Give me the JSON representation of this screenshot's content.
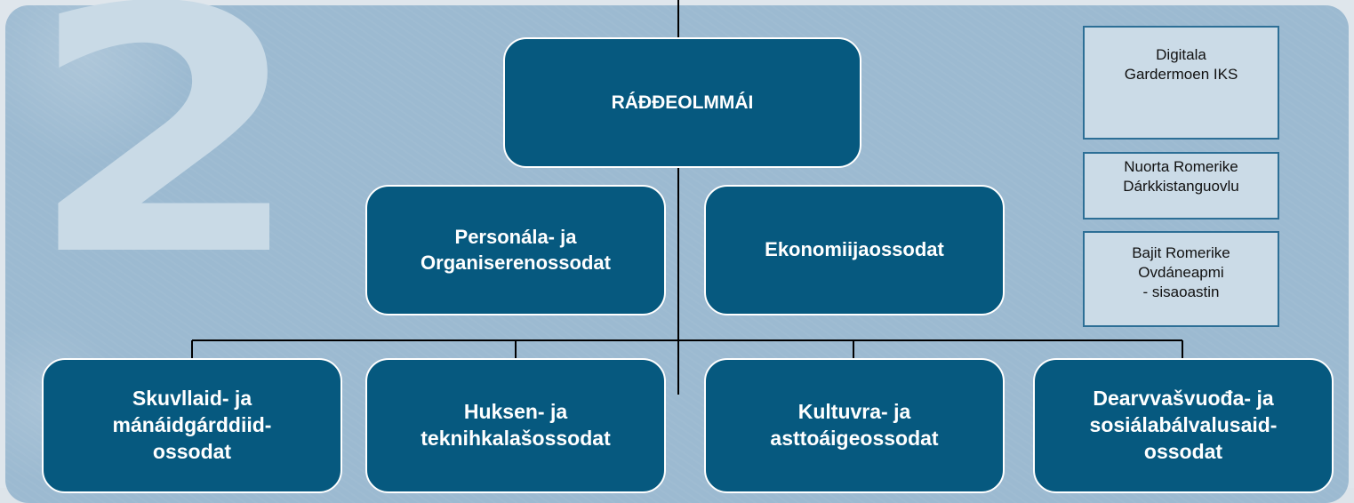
{
  "big_number": "2",
  "colors": {
    "panel": "#9cbad1",
    "node_fill": "#06597f",
    "node_border": "#ffffff",
    "side_fill": "#cbdbe7",
    "side_border": "#2d6f96",
    "connector": "#000000"
  },
  "org": {
    "top": "RÁĐĐEOLMMÁI",
    "staff": [
      "Personála- ja\nOrganiserenossodat",
      "Ekonomiijaossodat"
    ],
    "departments": [
      "Skuvllaid- ja\nmánáidgárddiid-\nossodat",
      "Huksen- ja\nteknihkalašossodat",
      "Kultuvra- ja\nasttoáigeossodat",
      "Dearvvašvuođa- ja\nsosiálabálvalusaid-\nossodat"
    ]
  },
  "side_units": [
    "Digitala\nGardermoen IKS",
    "Nuorta Romerike\nDárkkistanguovlu",
    "Bajit Romerike\nOvdáneapmi\n- sisaoastin"
  ]
}
